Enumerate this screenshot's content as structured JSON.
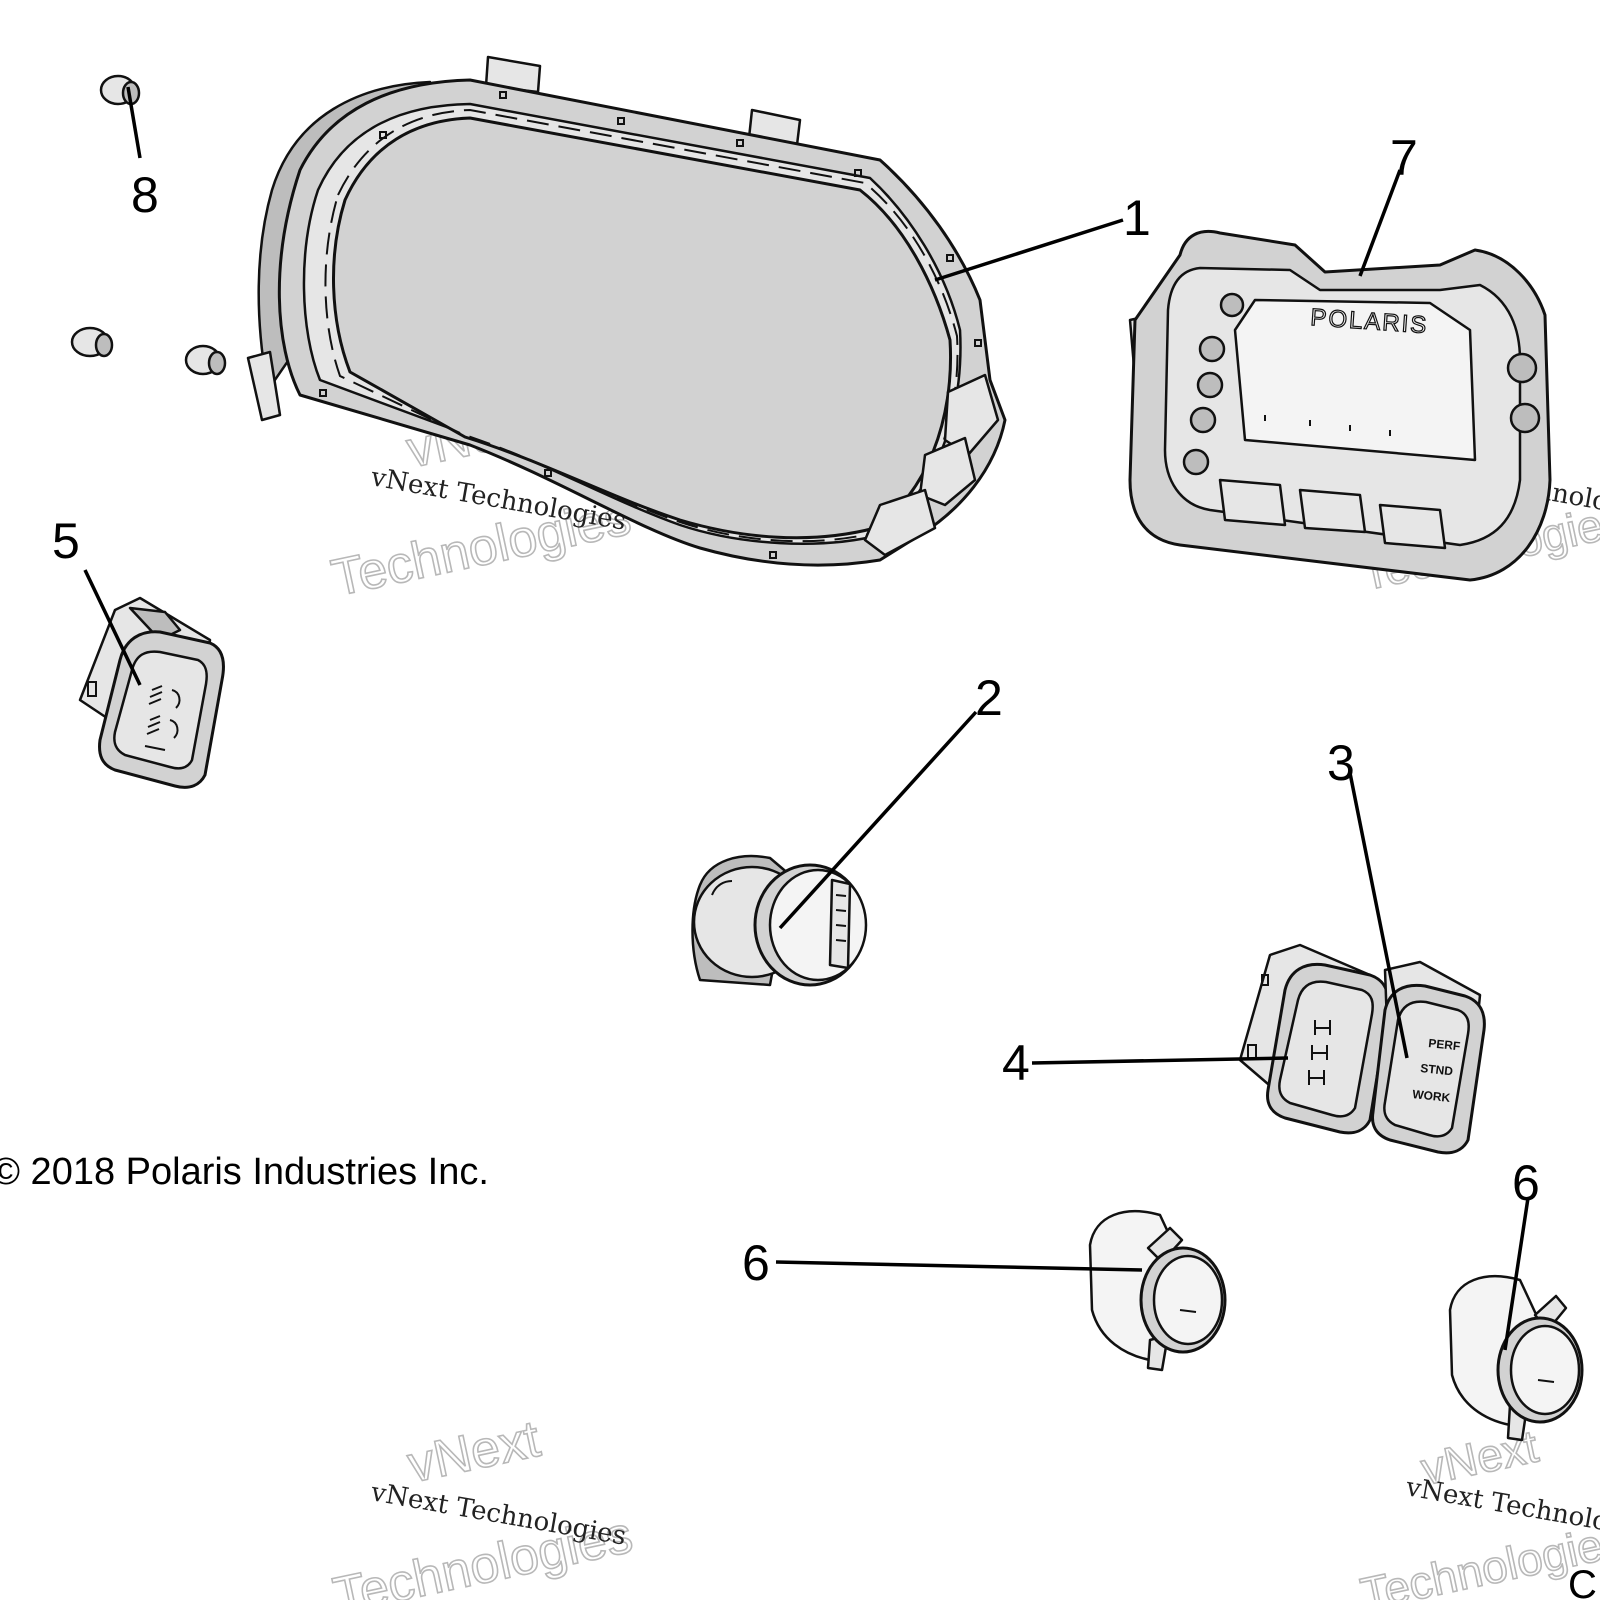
{
  "callouts": {
    "c1": "1",
    "c2": "2",
    "c3": "3",
    "c4": "4",
    "c5": "5",
    "c6a": "6",
    "c6b": "6",
    "c7": "7",
    "c8": "8"
  },
  "labels": {
    "copyright": "© 2018 Polaris Industries Inc.",
    "page_code": "C",
    "brand": "POLARIS",
    "mode_perf": "PERF",
    "mode_stnd": "STND",
    "mode_work": "WORK"
  },
  "watermarks": {
    "script": "vNext Technologies",
    "outline_top": "vNext",
    "outline_bottom": "Technologies"
  }
}
